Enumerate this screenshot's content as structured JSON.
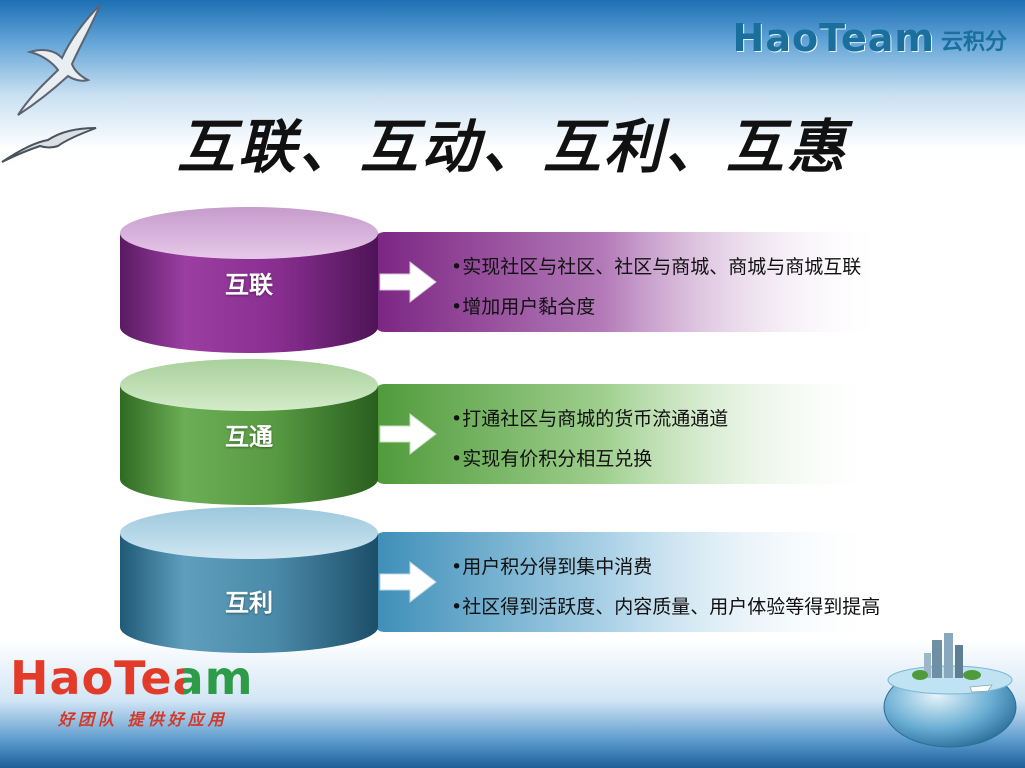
{
  "header": {
    "brand": "HaoTeam",
    "brand_sub": "云积分"
  },
  "title": "互联、互动、互利、互惠",
  "rows": [
    {
      "label": "互联",
      "color": "#7b2582",
      "bullets": [
        "•实现社区与社区、社区与商城、商城与商城互联",
        "•增加用户黏合度"
      ]
    },
    {
      "label": "互通",
      "color": "#4f9a3a",
      "bullets": [
        "•打通社区与商城的货币流通通道",
        "•实现有价积分相互兑换"
      ]
    },
    {
      "label": "互利",
      "color": "#3d8eb8",
      "bullets": [
        "•用户积分得到集中消费",
        "•社区得到活跃度、内容质量、用户体验等得到提高"
      ]
    }
  ],
  "footer": {
    "brand": "HaoTeam",
    "slogan": "好团队 提供好应用"
  },
  "icons": {
    "birds": "seagull-icon",
    "globe": "globe-city-icon",
    "arrow": "arrow-right-icon"
  }
}
